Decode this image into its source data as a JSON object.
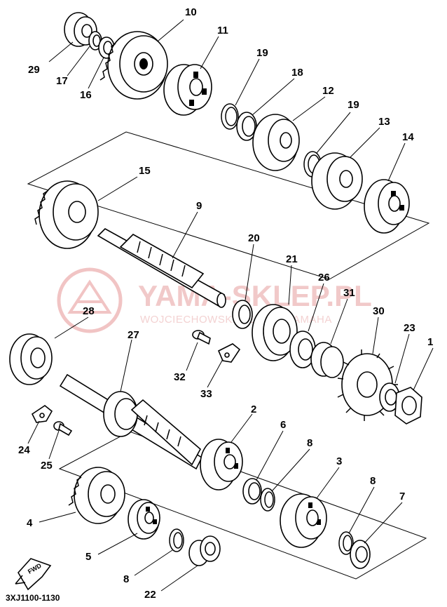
{
  "watermark": {
    "brand": "YAMA-SKLEP.PL",
    "subtitle": "WOJCIECHOWSKI DEALER YAMAHA"
  },
  "diagram_code": "3XJ1100-1130",
  "direction_badge": "FWD",
  "callouts": [
    "10",
    "11",
    "29",
    "17",
    "16",
    "19",
    "18",
    "12",
    "19",
    "13",
    "14",
    "15",
    "9",
    "20",
    "21",
    "26",
    "31",
    "30",
    "23",
    "1",
    "28",
    "27",
    "32",
    "33",
    "24",
    "25",
    "2",
    "6",
    "8",
    "3",
    "8",
    "7",
    "4",
    "5",
    "8",
    "22"
  ]
}
